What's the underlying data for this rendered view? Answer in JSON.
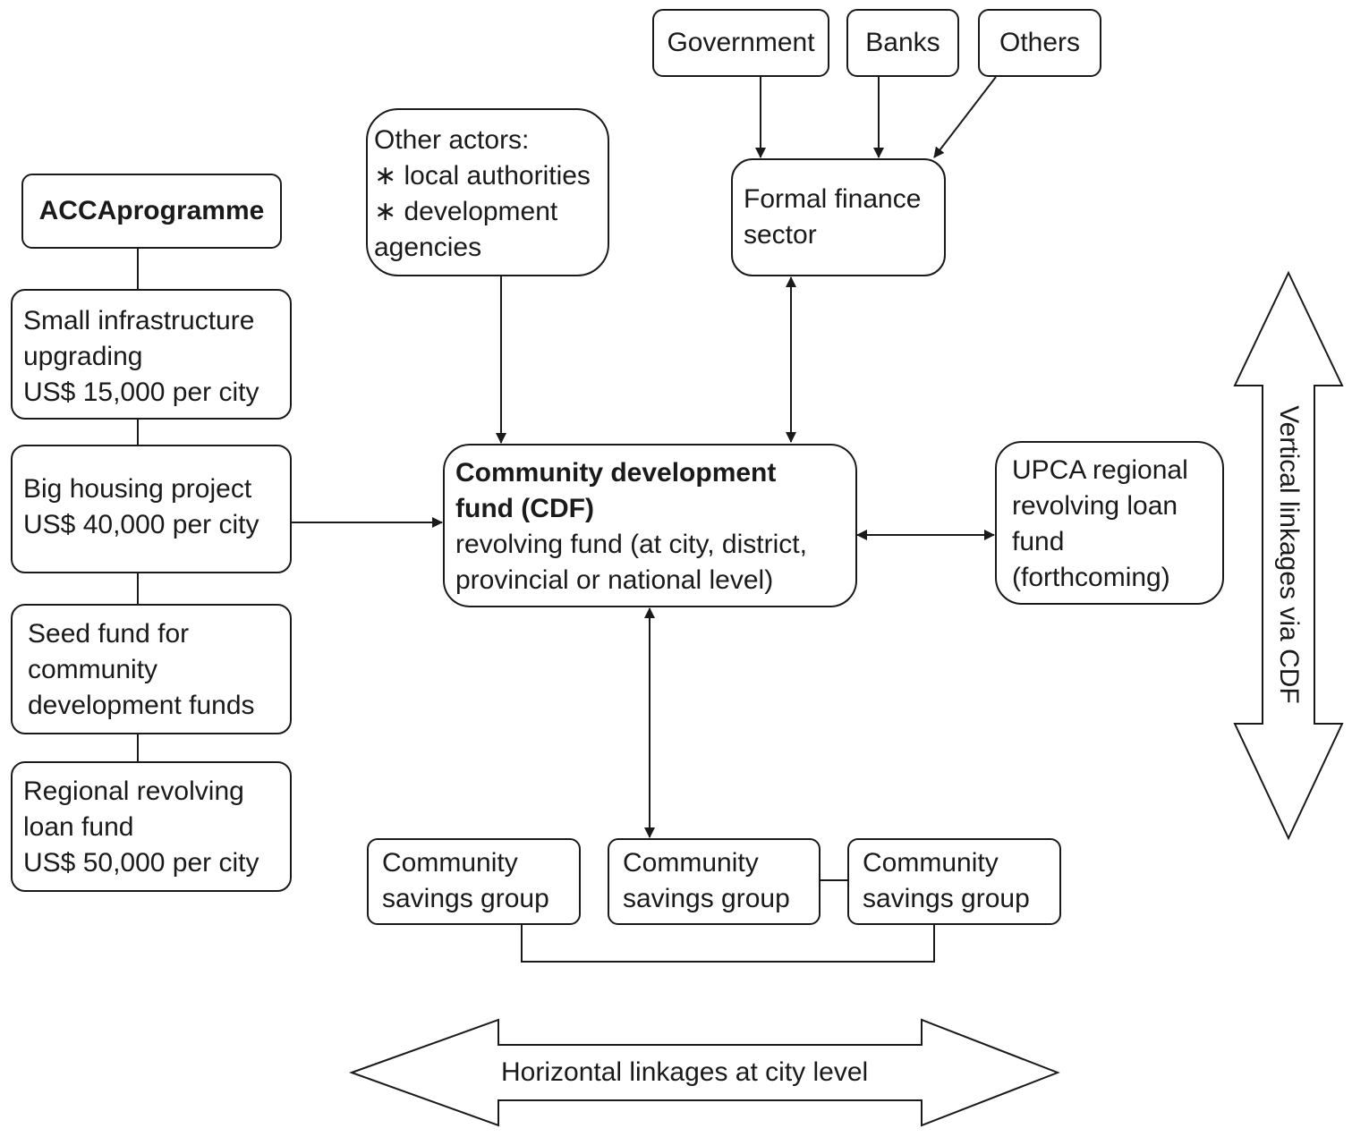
{
  "acca": {
    "title": "ACCAprogramme",
    "box1": [
      "Small infrastructure",
      "upgrading",
      "US$ 15,000 per city"
    ],
    "box2": [
      "Big housing project",
      "US$ 40,000 per city"
    ],
    "box3": [
      "Seed fund for",
      "community",
      "development funds"
    ],
    "box4": [
      "Regional revolving",
      "loan fund",
      "US$ 50,000 per city"
    ]
  },
  "other_actors": [
    "Other actors:",
    "∗ local authorities",
    "∗ development",
    "agencies"
  ],
  "finance": {
    "government": "Government",
    "banks": "Banks",
    "others": "Others",
    "formal": [
      "Formal finance",
      "sector"
    ]
  },
  "cdf": {
    "title": [
      "Community development",
      "fund (CDF)"
    ],
    "body": [
      "revolving fund (at city, district,",
      "provincial or national level)"
    ]
  },
  "upca": [
    "UPCA regional",
    "revolving loan",
    "fund",
    "(forthcoming)"
  ],
  "savings_groups": [
    [
      "Community",
      "savings group"
    ],
    [
      "Community",
      "savings group"
    ],
    [
      "Community",
      "savings group"
    ]
  ],
  "linkages": {
    "vertical": "Vertical linkages via CDF",
    "horizontal": "Horizontal linkages at city level"
  }
}
